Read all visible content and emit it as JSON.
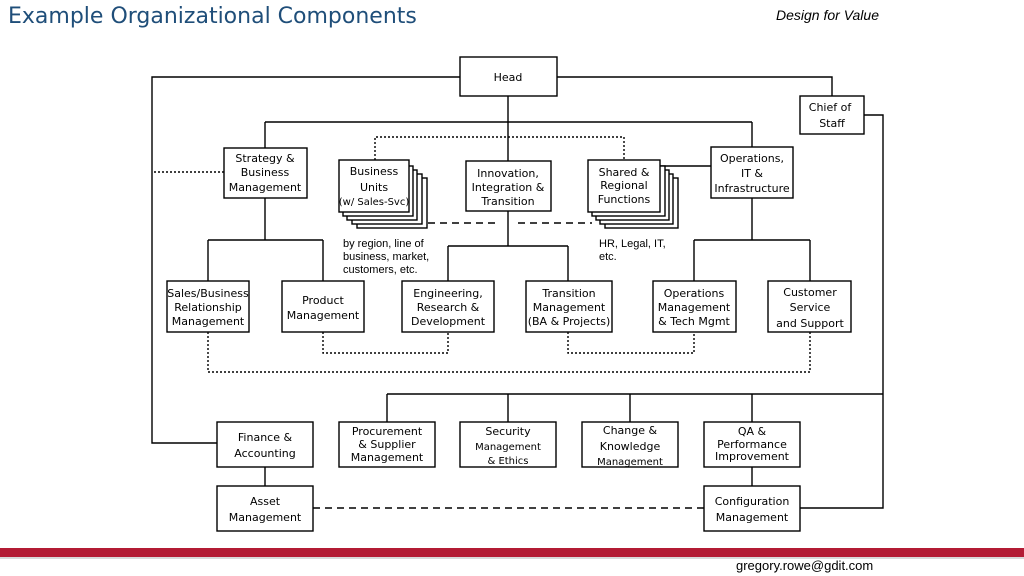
{
  "header": {
    "title": "Example Organizational Components",
    "tagline": "Design for Value"
  },
  "footer": {
    "email": "gregory.rowe@gdit.com"
  },
  "colors": {
    "title": "#1f4e79",
    "footer_bar": "#b31b34",
    "footer_shadow": "#d9d9d9"
  },
  "org": {
    "head": [
      "Head"
    ],
    "chief_of_staff": [
      "Chief of",
      "Staff"
    ],
    "strategy": [
      "Strategy &",
      "Business",
      "Management"
    ],
    "business_units": [
      "Business",
      "Units",
      "(w/ Sales-Svc)"
    ],
    "innovation": [
      "Innovation,",
      "Integration &",
      "Transition"
    ],
    "shared_functions": [
      "Shared &",
      "Regional",
      "Functions"
    ],
    "operations": [
      "Operations,",
      "IT &",
      "Infrastructure"
    ],
    "bu_note": [
      "by region, line of",
      "business, market,",
      "customers, etc."
    ],
    "shared_note": [
      "HR, Legal, IT,",
      "etc."
    ],
    "sales": [
      "Sales/Business",
      "Relationship",
      "Management"
    ],
    "product": [
      "Product",
      "Management"
    ],
    "engineering": [
      "Engineering,",
      "Research &",
      "Development"
    ],
    "transition": [
      "Transition",
      "Management",
      "(BA & Projects)"
    ],
    "ops_mgmt": [
      "Operations",
      "Management",
      "& Tech Mgmt"
    ],
    "customer": [
      "Customer",
      "Service",
      "and Support"
    ],
    "finance": [
      "Finance &",
      "Accounting"
    ],
    "procurement": [
      "Procurement",
      "& Supplier",
      "Management"
    ],
    "security": [
      "Security",
      "Management",
      "& Ethics"
    ],
    "change": [
      "Change &",
      "Knowledge",
      "Management"
    ],
    "qa": [
      "QA &",
      "Performance",
      "Improvement"
    ],
    "asset": [
      "Asset",
      "Management"
    ],
    "configuration": [
      "Configuration",
      "Management"
    ]
  }
}
